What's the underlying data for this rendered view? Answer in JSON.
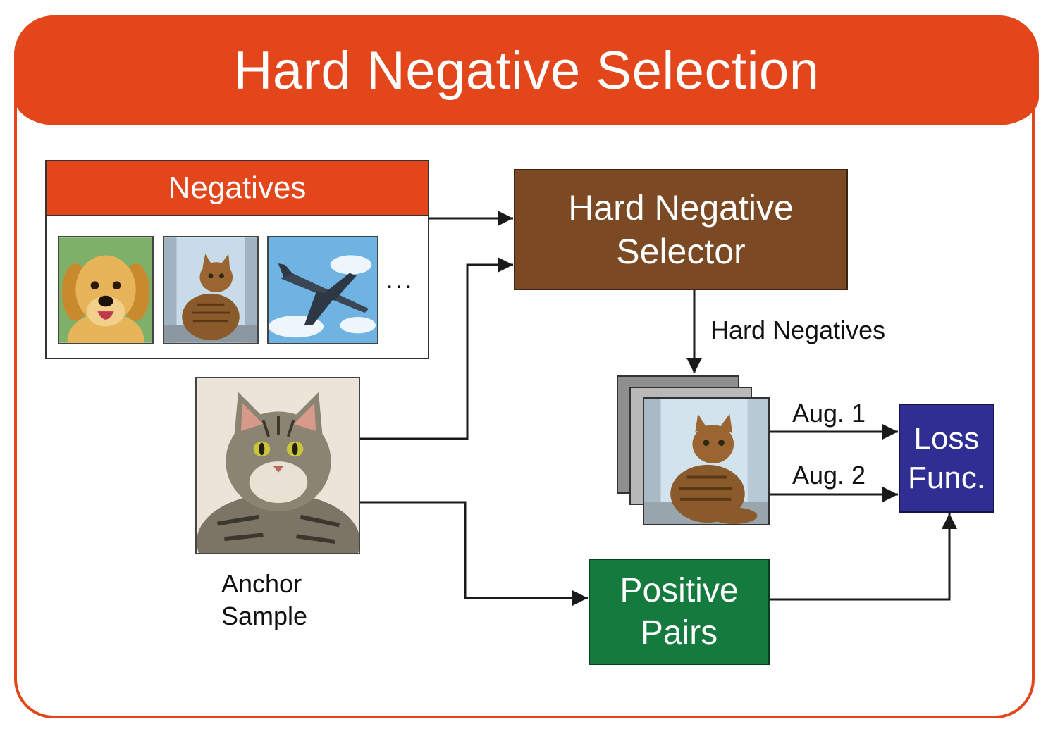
{
  "title": "Hard Negative Selection",
  "negatives": {
    "header": "Negatives",
    "images": [
      "dog-image",
      "cat-image",
      "airplane-image"
    ],
    "ellipsis": "..."
  },
  "selector": {
    "line1": "Hard Negative",
    "line2": "Selector"
  },
  "hard_negatives_label": "Hard Negatives",
  "anchor": {
    "line1": "Anchor",
    "line2": "Sample"
  },
  "aug1": "Aug. 1",
  "aug2": "Aug. 2",
  "loss": {
    "line1": "Loss",
    "line2": "Func."
  },
  "positive": {
    "line1": "Positive",
    "line2": "Pairs"
  },
  "colors": {
    "accent": "#e2461a",
    "selector": "#7b4a24",
    "loss": "#2e2e93",
    "positive": "#157a3e"
  }
}
